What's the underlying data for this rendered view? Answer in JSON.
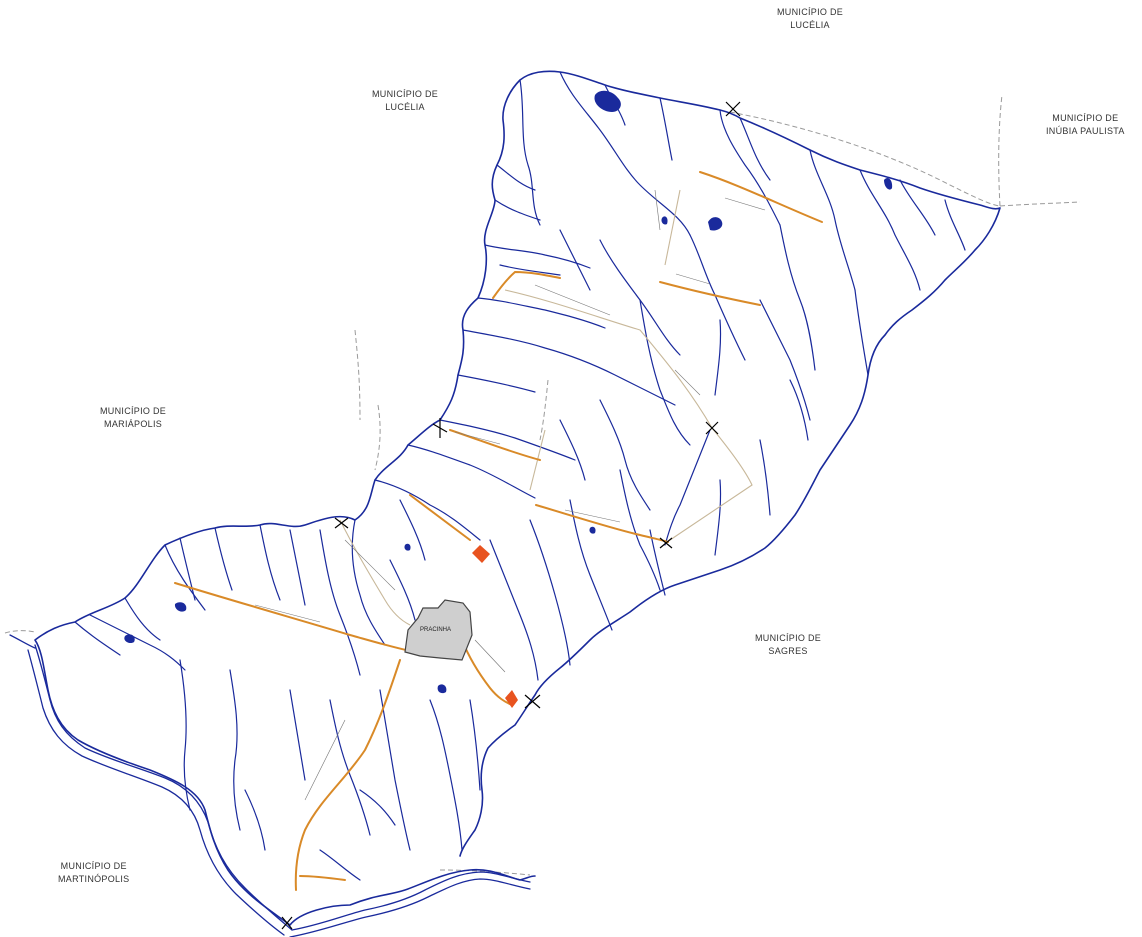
{
  "map": {
    "colors": {
      "river": "#1a2a9c",
      "road": "#d98a28",
      "dirt_road": "#c8b89a",
      "boundary": "#9a9a9a",
      "urban_area": "#cfcfcf",
      "facility": "#e8531f"
    },
    "neighbor_labels": [
      {
        "id": "lucelia-ne",
        "line1": "MUNICÍPIO DE",
        "line2": "LUCÉLIA"
      },
      {
        "id": "lucelia-n",
        "line1": "MUNICÍPIO DE",
        "line2": "LUCÉLIA"
      },
      {
        "id": "inubia-paulista",
        "line1": "MUNICÍPIO DE",
        "line2": "INÚBIA PAULISTA"
      },
      {
        "id": "mariapolis",
        "line1": "MUNICÍPIO DE",
        "line2": "MARIÁPOLIS"
      },
      {
        "id": "sagres",
        "line1": "MUNICÍPIO DE",
        "line2": "SAGRES"
      },
      {
        "id": "martinopolis",
        "line1": "MUNICÍPIO DE",
        "line2": "MARTINÓPOLIS"
      }
    ],
    "city_label": "PRACINHA"
  }
}
